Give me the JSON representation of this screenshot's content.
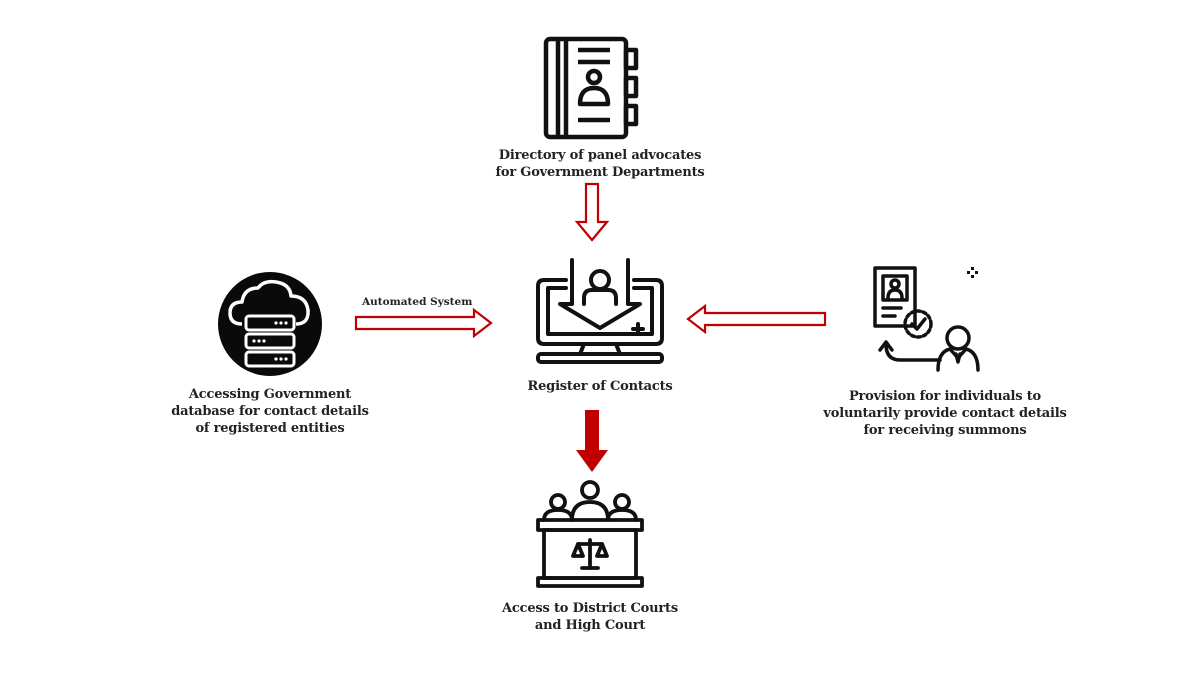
{
  "diagram": {
    "nodes": {
      "directory": {
        "label": "Directory of panel advocates\nfor Government Departments",
        "icon": "address-book-icon"
      },
      "database": {
        "label": "Accessing Government\ndatabase for contact details\nof registered entities",
        "icon": "cloud-server-icon"
      },
      "register": {
        "label": "Register of Contacts",
        "icon": "computer-contact-icon"
      },
      "provision": {
        "label": "Provision for individuals to\nvoluntarily provide contact details\nfor receiving summons",
        "icon": "person-document-icon"
      },
      "courts": {
        "label": "Access to District Courts\nand High Court",
        "icon": "courtroom-icon"
      }
    },
    "edges": [
      {
        "from": "directory",
        "to": "register",
        "style": "outline"
      },
      {
        "from": "database",
        "to": "register",
        "style": "outline",
        "label": "Automated System"
      },
      {
        "from": "provision",
        "to": "register",
        "style": "outline"
      },
      {
        "from": "register",
        "to": "courts",
        "style": "filled"
      }
    ],
    "colors": {
      "arrow": "#c00000",
      "icon": "#111111",
      "text": "#222222"
    }
  }
}
